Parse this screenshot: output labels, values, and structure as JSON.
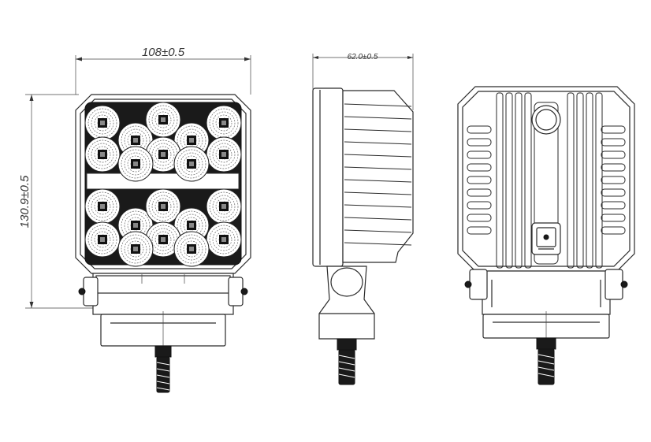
{
  "dimensions": {
    "width_label": "108±0.5",
    "height_label": "130.9±0.5",
    "depth_label": "62.0±0.5"
  },
  "views": {
    "front": {
      "led_count": 20
    },
    "side": {},
    "back": {}
  },
  "colors": {
    "line": "#2a2a2a",
    "lens": "#1a1a1a",
    "background": "#ffffff"
  }
}
